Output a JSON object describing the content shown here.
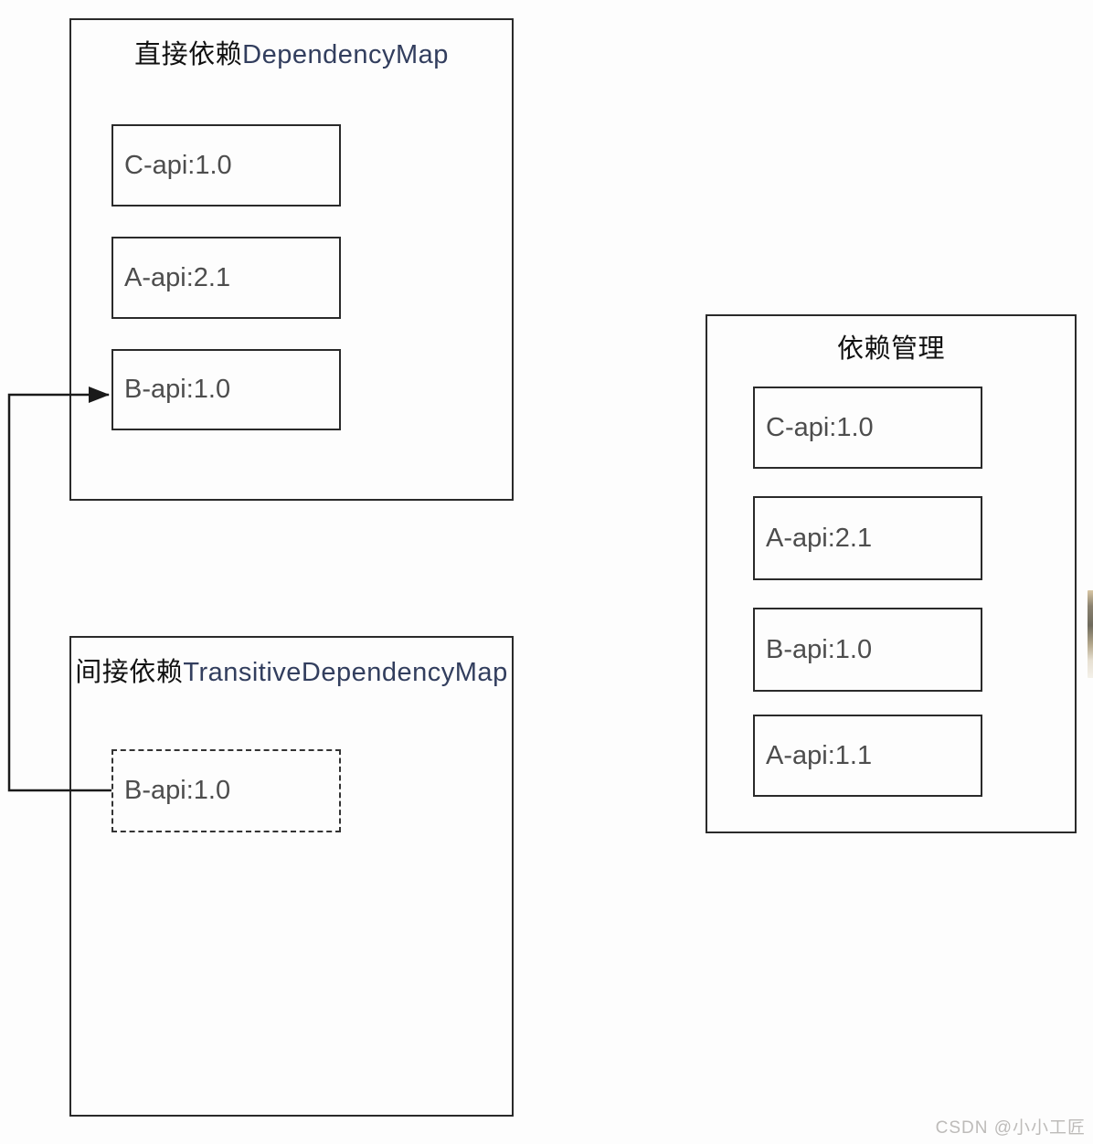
{
  "page": {
    "background": "#fdfdfd",
    "watermark": "CSDN @小小工匠"
  },
  "direct_map": {
    "title_zh": "直接依赖",
    "title_en": "DependencyMap",
    "items": [
      "C-api:1.0",
      "A-api:2.1",
      "B-api:1.0"
    ]
  },
  "transitive_map": {
    "title_zh": "间接依赖",
    "title_en": "TransitiveDependencyMap",
    "items": [
      "B-api:1.0"
    ]
  },
  "dependency_management": {
    "title_zh": "依赖管理",
    "items": [
      "C-api:1.0",
      "A-api:2.1",
      "B-api:1.0",
      "A-api:1.1"
    ]
  },
  "arrow": {
    "from": "transitive_map B-api:1.0",
    "to": "direct_map B-api:1.0"
  },
  "colors": {
    "title_zh": "#111111",
    "title_en": "#323e5e",
    "label": "#4d4d4d",
    "border": "#2a2a2a",
    "arrow": "#1a1a1a",
    "watermark": "#bdbbb9"
  }
}
